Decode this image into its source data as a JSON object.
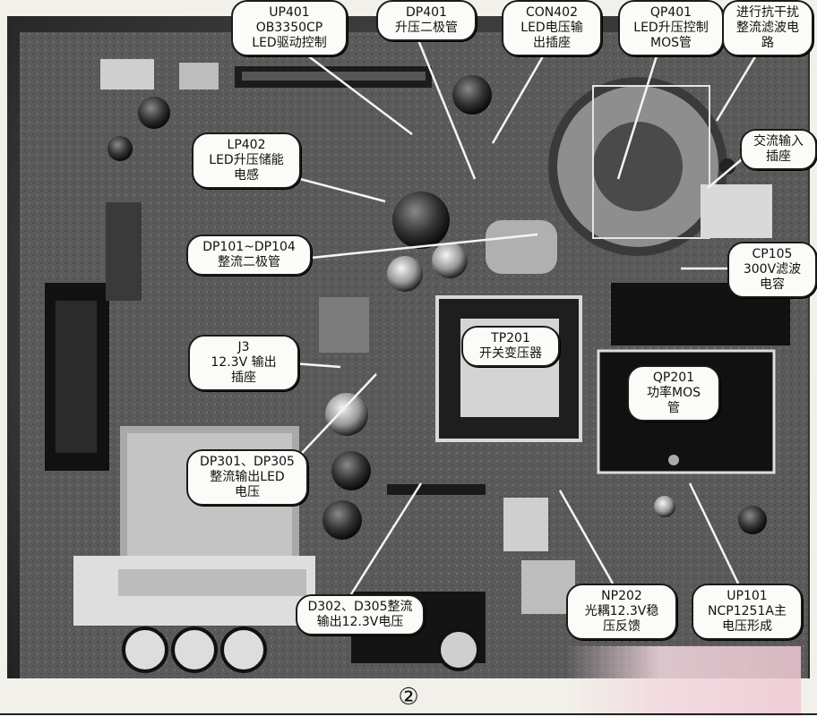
{
  "labels": {
    "up401": [
      "UP401",
      "OB3350CP",
      "LED驱动控制"
    ],
    "dp401": [
      "DP401",
      "升压二极管"
    ],
    "con402": [
      "CON402",
      "LED电压输",
      "出插座"
    ],
    "qp401": [
      "QP401",
      "LED升压控制",
      "MOS管"
    ],
    "emi": [
      "进行抗干扰",
      "整流滤波电",
      "路"
    ],
    "lp402": [
      "LP402",
      "LED升压储能",
      "电感"
    ],
    "ac_input": [
      "交流输入",
      "插座"
    ],
    "dp101": [
      "DP101~DP104",
      "整流二极管"
    ],
    "cp105": [
      "CP105",
      "300V滤波",
      "电容"
    ],
    "tp201": [
      "TP201",
      "开关变压器"
    ],
    "j3": [
      "J3",
      "12.3V 输出",
      "插座"
    ],
    "qp201": [
      "QP201",
      "功率MOS",
      "管"
    ],
    "dp301": [
      "DP301、DP305",
      "整流输出LED",
      "电压"
    ],
    "d302": [
      "D302、D305整流",
      "输出12.3V电压"
    ],
    "np202": [
      "NP202",
      "光耦12.3V稳",
      "压反馈"
    ],
    "up101": [
      "UP101",
      "NCP1251A主",
      "电压形成"
    ]
  },
  "caption": "②"
}
